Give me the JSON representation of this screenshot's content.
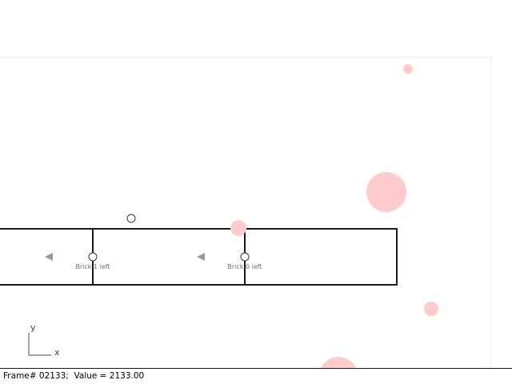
{
  "status": {
    "frame_label": "Frame#",
    "frame_number": "02133",
    "value_label": "Value",
    "value": "2133.00",
    "text": "Frame# 02133;  Value = 2133.00"
  },
  "bricks": [
    {
      "label": "Brick 1 left"
    },
    {
      "label": "Brick 0 left"
    }
  ],
  "axes": {
    "x_label": "x",
    "y_label": "y"
  },
  "colors": {
    "particle_fill": "#ffcccc",
    "structure_stroke": "#1a1a1a",
    "frame_border": "#eeeeee",
    "marker_fill": "#999999"
  },
  "icons": {
    "direction_marker": "left-triangle-icon",
    "joint": "circle-joint-icon"
  }
}
